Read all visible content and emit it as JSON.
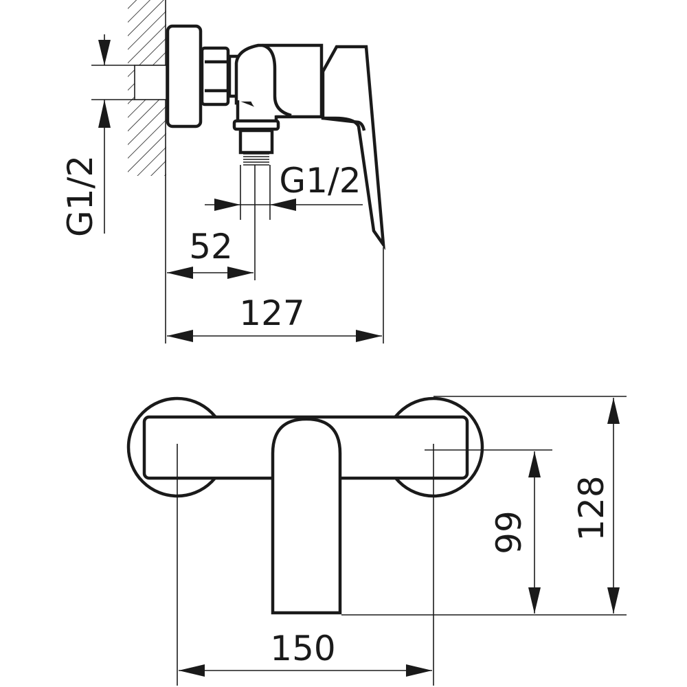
{
  "side_view": {
    "thread_vertical_label": "G1/2",
    "thread_horizontal_label": "G1/2",
    "dim_52": "52",
    "dim_127": "127"
  },
  "top_view": {
    "dim_150": "150",
    "dim_99": "99",
    "dim_128": "128"
  }
}
